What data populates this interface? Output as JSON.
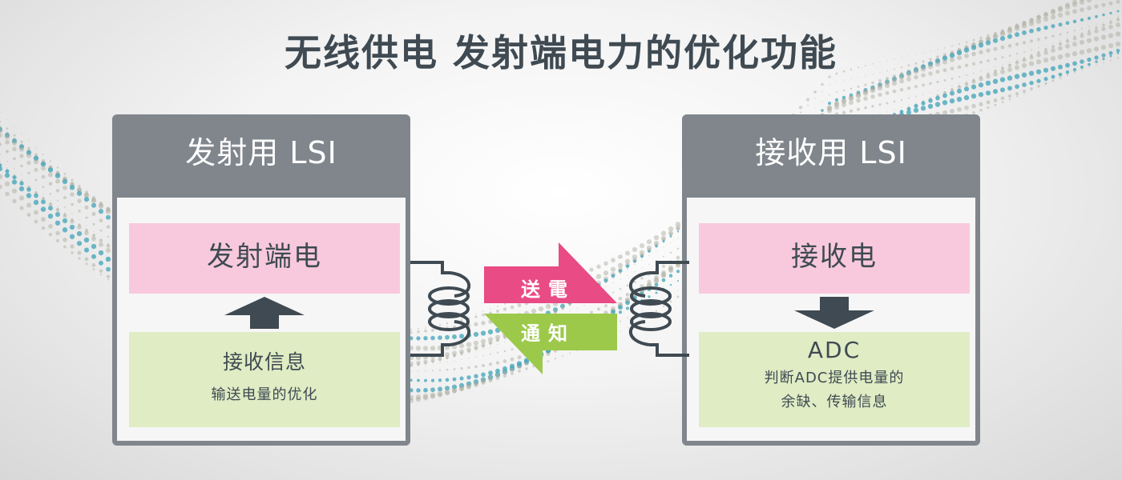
{
  "title": "无线供电  发射端电力的优化功能",
  "colors": {
    "title_text": "#3f4a52",
    "lsi_frame": "#80868c",
    "pink_block": "#f8c9dc",
    "green_block": "#dfecc4",
    "dark_arrow": "#3f4a52",
    "power_arrow": "#e94b84",
    "notify_arrow": "#9cc94a",
    "wave_gray": "#a8a89c",
    "wave_teal": "#3fa3b8"
  },
  "transmitter": {
    "header": "发射用 LSI",
    "top_block": "发射端电",
    "arrow_direction": "up",
    "bottom_block": {
      "line1": "接收信息",
      "line2": "输送电量的优化"
    }
  },
  "receiver": {
    "header": "接收用 LSI",
    "top_block": "接收电",
    "arrow_direction": "down",
    "bottom_block": {
      "line1": "ADC",
      "line2": "判断ADC提供电量的",
      "line3": "余缺、传输信息"
    }
  },
  "link": {
    "power_label": "送電",
    "notify_label": "通知"
  }
}
